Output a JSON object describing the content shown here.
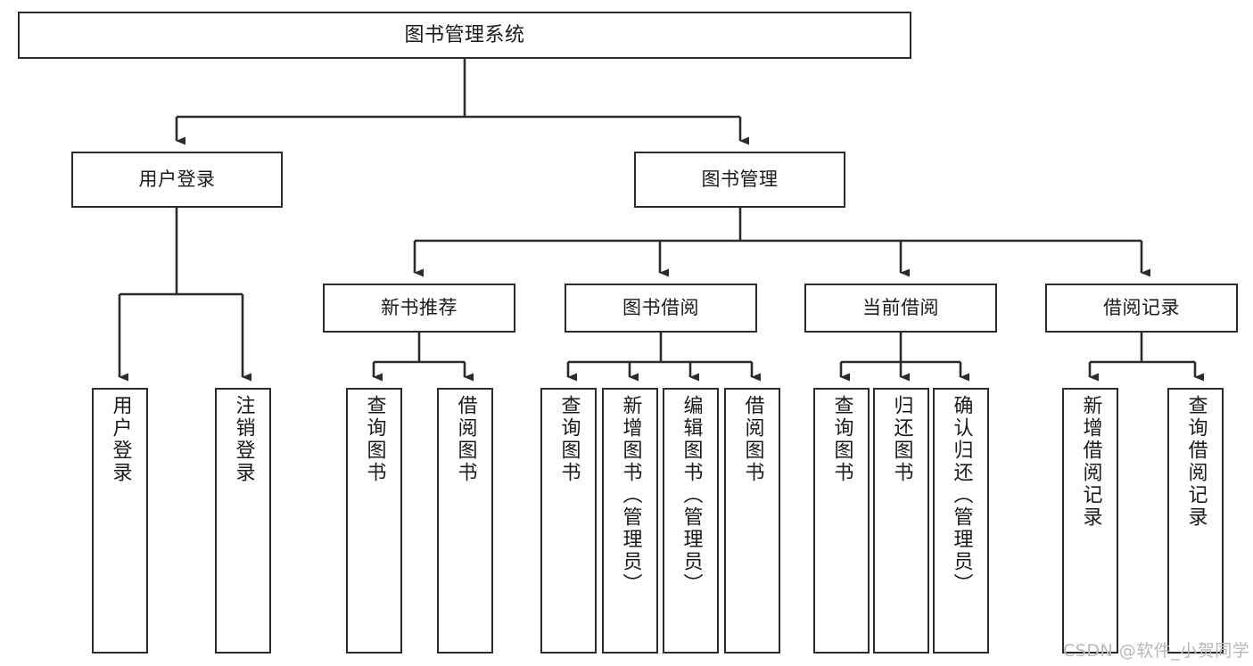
{
  "diagram": {
    "title": "图书管理系统",
    "type": "tree-hierarchy",
    "watermark": "CSDN @软件_小贺同学",
    "colors": {
      "box_border": "#2b2b2b",
      "box_fill": "#ffffff",
      "edge": "#2b2b2b",
      "text": "#1a1a1a",
      "watermark": "#b8b8b8",
      "background": "#ffffff"
    },
    "root": {
      "label": "图书管理系统"
    },
    "level1": [
      {
        "label": "用户登录"
      },
      {
        "label": "图书管理"
      }
    ],
    "level2": [
      {
        "label": "新书推荐"
      },
      {
        "label": "图书借阅"
      },
      {
        "label": "当前借阅"
      },
      {
        "label": "借阅记录"
      }
    ],
    "leaves": {
      "user_login": [
        {
          "label": "用户登录"
        },
        {
          "label": "注销登录"
        }
      ],
      "new_book_recommend": [
        {
          "label": "查询图书"
        },
        {
          "label": "借阅图书"
        }
      ],
      "book_borrow": [
        {
          "label": "查询图书"
        },
        {
          "label": "新增图书（管理员）"
        },
        {
          "label": "编辑图书（管理员）"
        },
        {
          "label": "借阅图书"
        }
      ],
      "current_borrow": [
        {
          "label": "查询图书"
        },
        {
          "label": "归还图书"
        },
        {
          "label": "确认归还（管理员）"
        }
      ],
      "borrow_record": [
        {
          "label": "新增借阅记录"
        },
        {
          "label": "查询借阅记录"
        }
      ]
    }
  }
}
